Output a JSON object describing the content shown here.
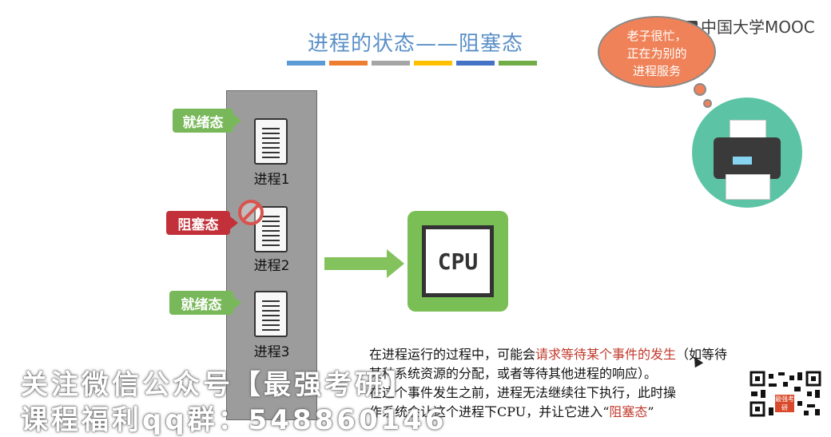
{
  "slide": {
    "title": "进程的状态——阻塞态",
    "title_bar_colors": [
      "#5b9bd5",
      "#ed7d31",
      "#a5a5a5",
      "#ffc000",
      "#4472c4",
      "#70ad47"
    ]
  },
  "watermark": {
    "brand": "中国大学MOOC"
  },
  "thought_cloud": {
    "lines": [
      "老子很忙，",
      "正在为别的",
      "进程服务"
    ]
  },
  "printer": {
    "icon": "printer-icon"
  },
  "queue": {
    "processes": [
      {
        "state": "就绪态",
        "name": "进程1"
      },
      {
        "state": "阻塞态",
        "name": "进程2"
      },
      {
        "state": "就绪态",
        "name": "进程3"
      }
    ]
  },
  "cpu": {
    "label": "CPU"
  },
  "description": {
    "p1_a": "在进程运行的过程中，可能会",
    "p1_hl": "请求等待某个事件的发生",
    "p1_b": "（如等待",
    "p2": "某种系统资源的分配，或者等待其他进程的响应）。",
    "p3": "在这个事件发生之前，进程无法继续往下执行，此时操",
    "p4_a": "作系统会让这个进程下CPU，并让它进入“",
    "p4_hl": "阻塞态",
    "p4_b": "”"
  },
  "overlay": {
    "line1": "关注微信公众号【最强考研】",
    "line2": "课程福利qq群：548860146"
  },
  "qr_badge": {
    "text": "最强考研"
  }
}
